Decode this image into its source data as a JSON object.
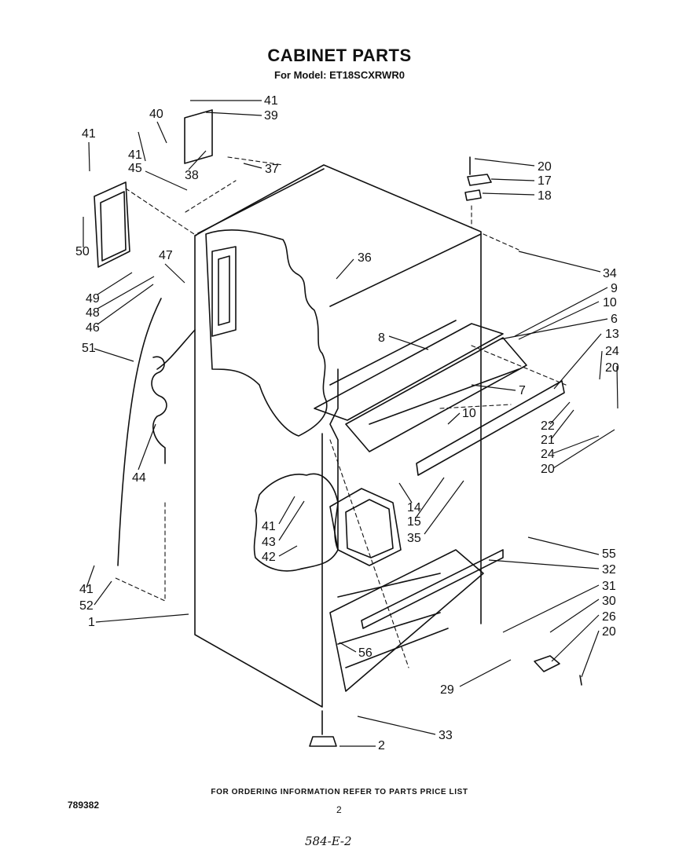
{
  "header": {
    "title": "CABINET PARTS",
    "subtitle": "For Model: ET18SCXRWR0"
  },
  "footer": {
    "ordering_info": "FOR ORDERING INFORMATION REFER TO PARTS PRICE LIST",
    "document_number": "789382",
    "page_number": "2",
    "handwritten_code": "584-E-2"
  },
  "callouts": [
    {
      "id": "c1",
      "label": "41"
    },
    {
      "id": "c2",
      "label": "39"
    },
    {
      "id": "c3",
      "label": "40"
    },
    {
      "id": "c4",
      "label": "41"
    },
    {
      "id": "c5",
      "label": "41"
    },
    {
      "id": "c6",
      "label": "45"
    },
    {
      "id": "c7",
      "label": "38"
    },
    {
      "id": "c8",
      "label": "37"
    },
    {
      "id": "c9",
      "label": "20"
    },
    {
      "id": "c10",
      "label": "17"
    },
    {
      "id": "c11",
      "label": "18"
    },
    {
      "id": "c12",
      "label": "50"
    },
    {
      "id": "c13",
      "label": "47"
    },
    {
      "id": "c14",
      "label": "36"
    },
    {
      "id": "c15",
      "label": "34"
    },
    {
      "id": "c16",
      "label": "49"
    },
    {
      "id": "c17",
      "label": "48"
    },
    {
      "id": "c18",
      "label": "46"
    },
    {
      "id": "c19",
      "label": "9"
    },
    {
      "id": "c20",
      "label": "10"
    },
    {
      "id": "c21",
      "label": "6"
    },
    {
      "id": "c22",
      "label": "8"
    },
    {
      "id": "c23",
      "label": "13"
    },
    {
      "id": "c24",
      "label": "51"
    },
    {
      "id": "c25",
      "label": "24"
    },
    {
      "id": "c26",
      "label": "20"
    },
    {
      "id": "c27",
      "label": "7"
    },
    {
      "id": "c28",
      "label": "10"
    },
    {
      "id": "c29",
      "label": "22"
    },
    {
      "id": "c30",
      "label": "21"
    },
    {
      "id": "c31",
      "label": "24"
    },
    {
      "id": "c32",
      "label": "20"
    },
    {
      "id": "c33",
      "label": "44"
    },
    {
      "id": "c34",
      "label": "14"
    },
    {
      "id": "c35",
      "label": "15"
    },
    {
      "id": "c36",
      "label": "35"
    },
    {
      "id": "c37",
      "label": "41"
    },
    {
      "id": "c38",
      "label": "43"
    },
    {
      "id": "c39",
      "label": "42"
    },
    {
      "id": "c40",
      "label": "55"
    },
    {
      "id": "c41",
      "label": "32"
    },
    {
      "id": "c42",
      "label": "31"
    },
    {
      "id": "c43",
      "label": "30"
    },
    {
      "id": "c44",
      "label": "26"
    },
    {
      "id": "c45",
      "label": "20"
    },
    {
      "id": "c46",
      "label": "41"
    },
    {
      "id": "c47",
      "label": "52"
    },
    {
      "id": "c48",
      "label": "1"
    },
    {
      "id": "c49",
      "label": "56"
    },
    {
      "id": "c50",
      "label": "29"
    },
    {
      "id": "c51",
      "label": "33"
    },
    {
      "id": "c52",
      "label": "2"
    }
  ]
}
